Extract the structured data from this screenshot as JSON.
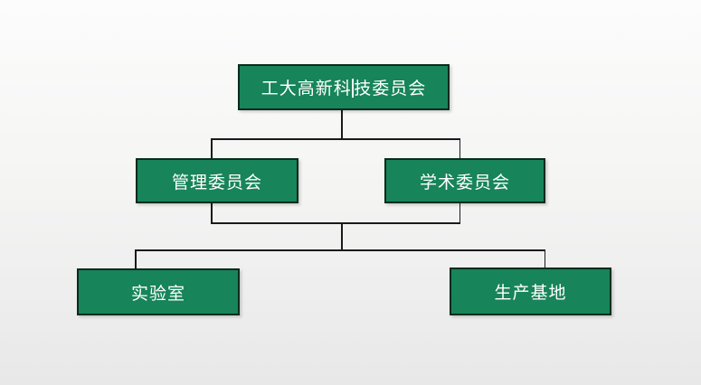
{
  "page": {
    "background_top_color": "#fcfcfc",
    "background_bottom_color": "#e8e8e8"
  },
  "diagram": {
    "type": "org-chart",
    "node_fill_color": "#17845a",
    "node_border_color": "#0b2b1c",
    "node_text_color": "#ffffff",
    "connector_color": "#1a1a1a",
    "nodes": [
      {
        "id": "root",
        "level": 1,
        "label": "工大高新科技委员会",
        "editing": true,
        "label_before_caret": "工大高新科",
        "label_after_caret": "技委员会"
      },
      {
        "id": "management",
        "level": 2,
        "label": "管理委员会"
      },
      {
        "id": "academic",
        "level": 2,
        "label": "学术委员会"
      },
      {
        "id": "laboratory",
        "level": 3,
        "label": "实验室"
      },
      {
        "id": "production-base",
        "level": 3,
        "label": "生产基地"
      }
    ],
    "edges": [
      {
        "from": "root",
        "to": "management"
      },
      {
        "from": "root",
        "to": "academic"
      },
      {
        "from": "root",
        "to": "laboratory"
      },
      {
        "from": "root",
        "to": "production-base"
      }
    ]
  }
}
